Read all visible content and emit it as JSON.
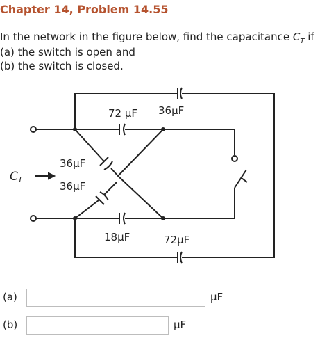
{
  "problem": {
    "title": "Chapter 14, Problem 14.55",
    "line1": "In the network in the figure below, find the capacitance",
    "symbol": "CT",
    "line1_end": "if",
    "line2": "(a) the switch is open and",
    "line3": "(b) the switch is closed."
  },
  "figure": {
    "labels": {
      "c_top": "36μF",
      "c_upper": "72 μF",
      "c_diag_upper": "36μF",
      "c_diag_lower": "36μF",
      "c_lower": "18μF",
      "c_bottom": "72μF",
      "ct_label": "CT"
    }
  },
  "answers": {
    "a": {
      "label": "(a)",
      "value": "",
      "unit": "μF"
    },
    "b": {
      "label": "(b)",
      "value": "",
      "unit": "μF"
    }
  }
}
